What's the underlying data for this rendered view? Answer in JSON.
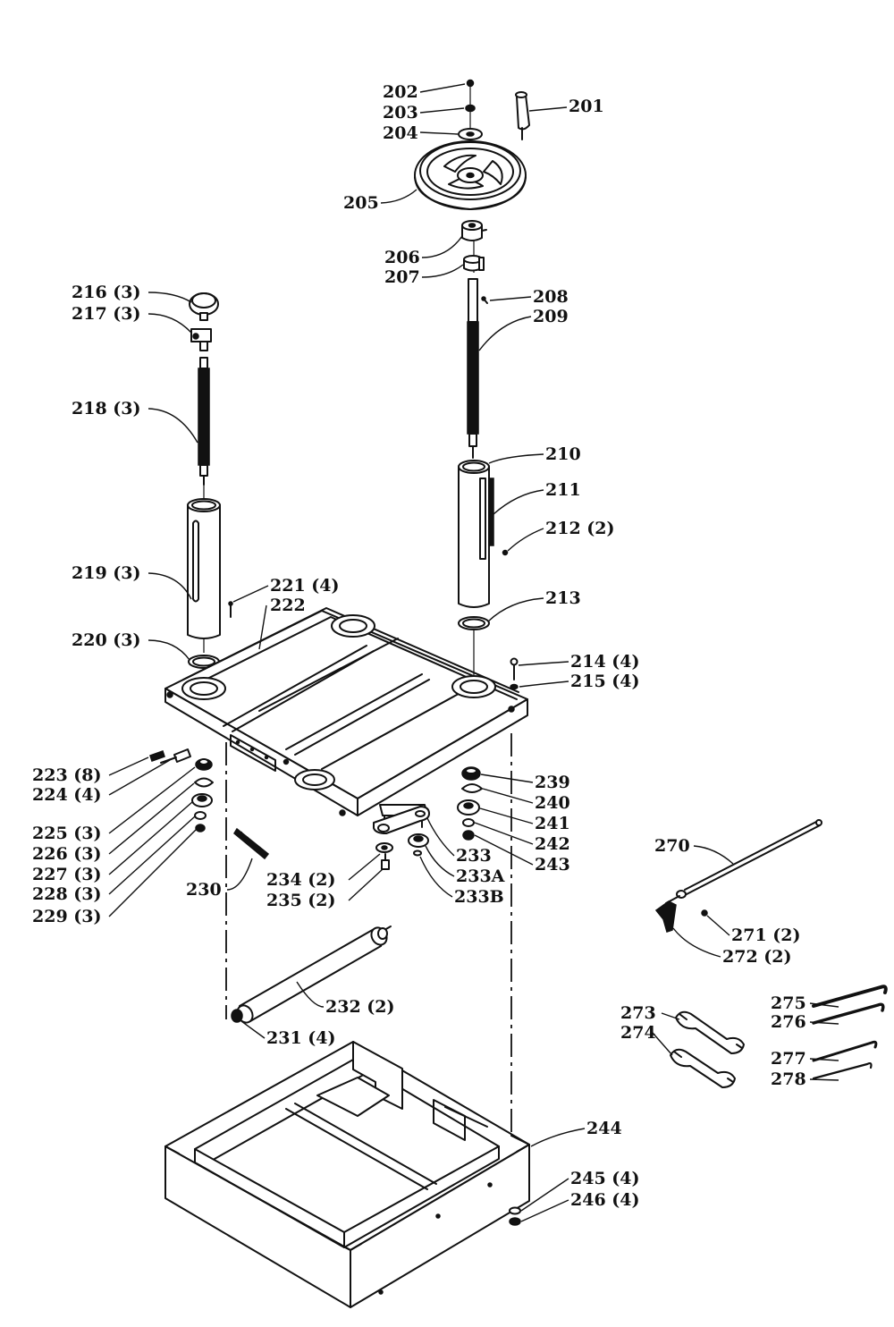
{
  "diagram": {
    "labels": {
      "l201": "201",
      "l202": "202",
      "l203": "203",
      "l204": "204",
      "l205": "205",
      "l206": "206",
      "l207": "207",
      "l208": "208",
      "l209": "209",
      "l210": "210",
      "l211": "211",
      "l212": "212 (2)",
      "l213": "213",
      "l214": "214 (4)",
      "l215": "215 (4)",
      "l216": "216 (3)",
      "l217": "217 (3)",
      "l218": "218 (3)",
      "l219": "219 (3)",
      "l220": "220 (3)",
      "l221": "221 (4)",
      "l222": "222",
      "l223": "223 (8)",
      "l224": "224 (4)",
      "l225": "225 (3)",
      "l226": "226 (3)",
      "l227": "227 (3)",
      "l228": "228 (3)",
      "l229": "229 (3)",
      "l230": "230",
      "l231": "231 (4)",
      "l232": "232 (2)",
      "l233": "233",
      "l233a": "233A",
      "l233b": "233B",
      "l234": "234 (2)",
      "l235": "235 (2)",
      "l239": "239",
      "l240": "240",
      "l241": "241",
      "l242": "242",
      "l243": "243",
      "l244": "244",
      "l245": "245 (4)",
      "l246": "246 (4)",
      "l270": "270",
      "l271": "271 (2)",
      "l272": "272 (2)",
      "l273": "273",
      "l274": "274",
      "l275": "275",
      "l276": "276",
      "l277": "277",
      "l278": "278"
    }
  }
}
